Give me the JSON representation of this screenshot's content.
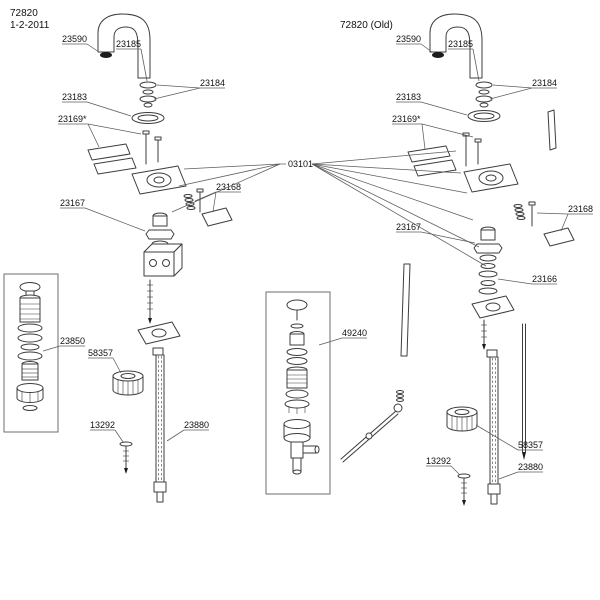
{
  "header": {
    "model": "72820",
    "date": "1-2-2011",
    "old_label": "72820 (Old)"
  },
  "parts": {
    "p03101": "03101",
    "p13292": "13292",
    "p23166": "23166",
    "p23167": "23167",
    "p23168": "23168",
    "p23169": "23169*",
    "p23183": "23183",
    "p23184": "23184",
    "p23185": "23185",
    "p23590": "23590",
    "p23850": "23850",
    "p23880": "23880",
    "p49240": "49240",
    "p58357": "58357"
  }
}
